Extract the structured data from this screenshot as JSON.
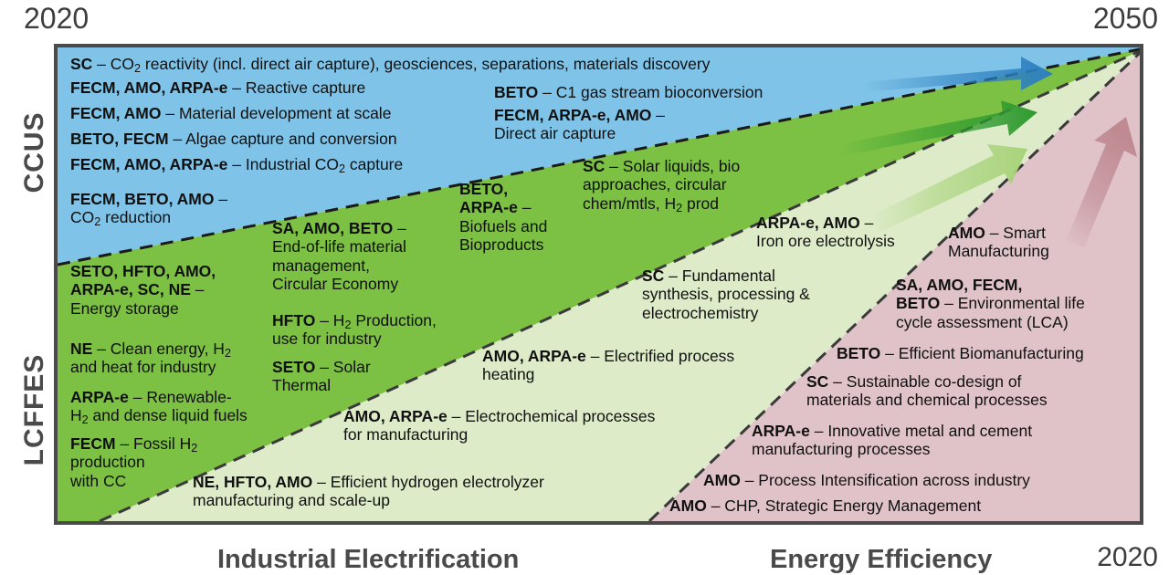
{
  "axes": {
    "year_start": "2020",
    "year_end": "2050",
    "year_bottom_right": "2020",
    "y_top_label": "CCUS",
    "y_bottom_label": "LCFFES",
    "x_left_label": "Industrial Electrification",
    "x_right_label": "Energy Efficiency"
  },
  "colors": {
    "band_ccus_blue": "#7FC4E8",
    "band_green": "#7CC144",
    "band_pale_green": "#DDEBC8",
    "band_pink": "#DFC3C9",
    "border": "#4a4a4a",
    "dash": "#1a1a1a",
    "arrow_blue": "#2D7FC1",
    "arrow_green": "#2E9A2E",
    "arrow_pale_green": "#A8D37B",
    "arrow_pink": "#C08A92",
    "text": "#101010",
    "axis_text": "#4a4a4a"
  },
  "arrows": [
    {
      "name": "ccus-arrow",
      "color": "#2D7FC1"
    },
    {
      "name": "green-arrow",
      "color": "#2E9A2E"
    },
    {
      "name": "pale-green-arrow",
      "color": "#A8D37B"
    },
    {
      "name": "pink-arrow",
      "color": "#C08A92"
    }
  ],
  "entries": [
    {
      "id": "e1",
      "band": "ccus-blue",
      "programs": "SC",
      "dash": " – ",
      "text": "CO₂ reactivity (incl. direct air capture), geosciences, separations, materials discovery"
    },
    {
      "id": "e2",
      "band": "ccus-blue",
      "programs": "FECM, AMO, ARPA-e",
      "dash": " – ",
      "text": "Reactive capture"
    },
    {
      "id": "e3",
      "band": "ccus-blue",
      "programs": "FECM, AMO",
      "dash": " – ",
      "text": "Material development at scale"
    },
    {
      "id": "e4",
      "band": "ccus-blue",
      "programs": "BETO, FECM",
      "dash": " – ",
      "text": "Algae capture and conversion"
    },
    {
      "id": "e5",
      "band": "ccus-blue",
      "programs": "FECM, AMO, ARPA-e",
      "dash": " – ",
      "text": "Industrial CO₂ capture"
    },
    {
      "id": "e6",
      "band": "ccus-blue",
      "programs": "FECM, BETO, AMO",
      "dash": " –",
      "text": "\nCO₂ reduction"
    },
    {
      "id": "e7",
      "band": "ccus-blue",
      "programs": "BETO",
      "dash": " – ",
      "text": "C1 gas stream bioconversion"
    },
    {
      "id": "e8",
      "band": "ccus-blue",
      "programs": "FECM, ARPA-e, AMO",
      "dash": " –",
      "text": "\nDirect air capture"
    },
    {
      "id": "e9",
      "band": "green",
      "programs": "SETO, HFTO, AMO,\nARPA-e, SC, NE",
      "dash": " –",
      "text": "\nEnergy storage"
    },
    {
      "id": "e10",
      "band": "green",
      "programs": "NE",
      "dash": " – ",
      "text": "Clean energy, H₂\nand heat for industry"
    },
    {
      "id": "e11",
      "band": "green",
      "programs": "ARPA-e",
      "dash": " – ",
      "text": "Renewable-\nH₂ and dense liquid fuels"
    },
    {
      "id": "e12",
      "band": "green",
      "programs": "FECM",
      "dash": " – ",
      "text": "Fossil H₂\nproduction\nwith CC"
    },
    {
      "id": "e13",
      "band": "green",
      "programs": "SA, AMO, BETO",
      "dash": " –",
      "text": "\nEnd-of-life material\nmanagement,\nCircular Economy"
    },
    {
      "id": "e14",
      "band": "green",
      "programs": "HFTO",
      "dash": " – ",
      "text": "H₂ Production,\nuse for industry"
    },
    {
      "id": "e15",
      "band": "green",
      "programs": "SETO",
      "dash": " – ",
      "text": "Solar\nThermal"
    },
    {
      "id": "e16",
      "band": "green",
      "programs": "BETO,\nARPA-e",
      "dash": " –",
      "text": "\nBiofuels and\nBioproducts"
    },
    {
      "id": "e17",
      "band": "green",
      "programs": "SC",
      "dash": " – ",
      "text": "Solar liquids, bio\napproaches, circular\nchem/mtls, H₂ prod"
    },
    {
      "id": "e18",
      "band": "pale-green",
      "programs": "SC",
      "dash": " – ",
      "text": "Fundamental\nsynthesis, processing &\nelectrochemistry"
    },
    {
      "id": "e19",
      "band": "pale-green",
      "programs": "AMO, ARPA-e",
      "dash": " – ",
      "text": "Electrified process\nheating"
    },
    {
      "id": "e20",
      "band": "pale-green",
      "programs": "AMO, ARPA-e",
      "dash": " – ",
      "text": "Electrochemical processes\nfor manufacturing"
    },
    {
      "id": "e21",
      "band": "pale-green",
      "programs": "NE, HFTO, AMO",
      "dash": " – ",
      "text": "Efficient hydrogen electrolyzer\nmanufacturing and scale-up"
    },
    {
      "id": "e22",
      "band": "pale-green",
      "programs": "ARPA-e, AMO",
      "dash": " –",
      "text": "\nIron ore electrolysis"
    },
    {
      "id": "e23",
      "band": "pink",
      "programs": "AMO",
      "dash": " – ",
      "text": "Smart\nManufacturing"
    },
    {
      "id": "e24",
      "band": "pink",
      "programs": "SA, AMO, FECM,\nBETO",
      "dash": " – ",
      "text": "Environmental life\ncycle assessment (LCA)"
    },
    {
      "id": "e25",
      "band": "pink",
      "programs": "BETO",
      "dash": " – ",
      "text": "Efficient Biomanufacturing"
    },
    {
      "id": "e26",
      "band": "pink",
      "programs": "SC",
      "dash": " – ",
      "text": "Sustainable co-design of\nmaterials and chemical processes"
    },
    {
      "id": "e27",
      "band": "pink",
      "programs": "ARPA-e",
      "dash": " – ",
      "text": "Innovative metal and cement\nmanufacturing processes"
    },
    {
      "id": "e28",
      "band": "pink",
      "programs": "AMO",
      "dash": " – ",
      "text": "Process Intensification across industry"
    },
    {
      "id": "e29",
      "band": "pink",
      "programs": "AMO",
      "dash": " – ",
      "text": "CHP, Strategic Energy Management"
    }
  ]
}
